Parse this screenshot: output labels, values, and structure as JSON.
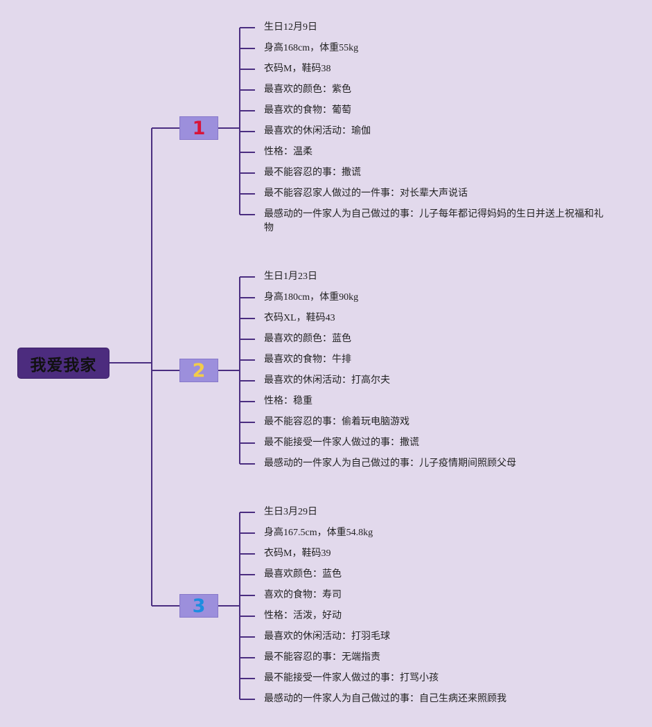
{
  "root": {
    "label": "我爱我家"
  },
  "colors": {
    "background": "#e2d9ec",
    "root_fill": "#4c2c7e",
    "node_fill": "#9c8fdc",
    "connector": "#4a2d80"
  },
  "branches": [
    {
      "label": "1",
      "label_color": "#d8143a",
      "items": [
        "生日12月9日",
        "身高168cm，体重55kg",
        "衣码M，鞋码38",
        "最喜欢的颜色：紫色",
        "最喜欢的食物：葡萄",
        "最喜欢的休闲活动：瑜伽",
        "性格：温柔",
        "最不能容忍的事：撒谎",
        "最不能容忍家人做过的一件事：对长辈大声说话",
        "最感动的一件家人为自己做过的事：儿子每年都记得妈妈的生日并送上祝福和礼物"
      ]
    },
    {
      "label": "2",
      "label_color": "#f2cc4a",
      "items": [
        "生日1月23日",
        "身高180cm，体重90kg",
        "衣码XL，鞋码43",
        "最喜欢的颜色：蓝色",
        "最喜欢的食物：牛排",
        "最喜欢的休闲活动：打高尔夫",
        "性格：稳重",
        "最不能容忍的事：偷着玩电脑游戏",
        "最不能接受一件家人做过的事：撒谎",
        "最感动的一件家人为自己做过的事：儿子疫情期间照顾父母"
      ]
    },
    {
      "label": "3",
      "label_color": "#1d8de0",
      "items": [
        "生日3月29日",
        "身高167.5cm，体重54.8kg",
        "衣码M，鞋码39",
        "最喜欢颜色：蓝色",
        "喜欢的食物：寿司",
        "性格：活泼，好动",
        "最喜欢的休闲活动：打羽毛球",
        "最不能容忍的事：无端指责",
        "最不能接受一件家人做过的事：打骂小孩",
        "最感动的一件家人为自己做过的事：自己生病还来照顾我"
      ]
    }
  ]
}
